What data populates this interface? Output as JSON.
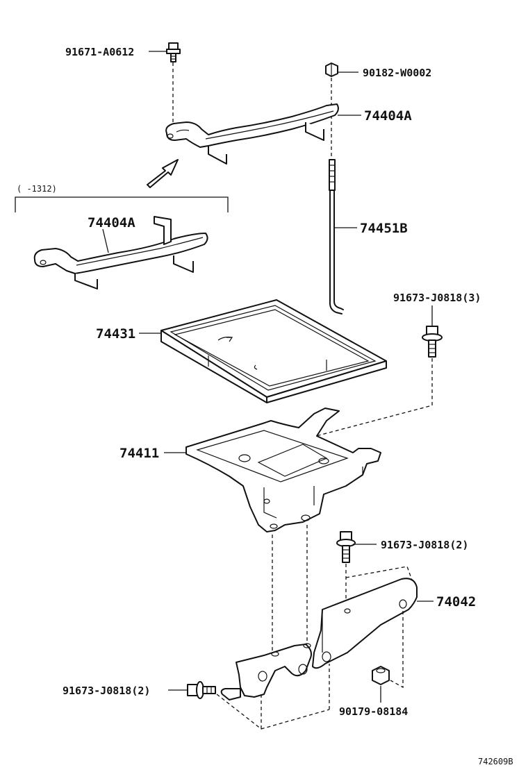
{
  "figure_code": "742609B",
  "callouts": {
    "bolt_top": "91671-A0612",
    "nut_top": "90182-W0002",
    "clamp_upper": "74404A",
    "clamp_lower": "74404A",
    "rod": "74451B",
    "bolt_right": "91673-J0818(3)",
    "tray": "74431",
    "carrier": "74411",
    "bolt_mid": "91673-J0818(2)",
    "bracket": "74042",
    "bolt_left": "91673-J0818(2)",
    "nut_bottom": "90179-08184"
  },
  "range_note": "(   -1312)"
}
